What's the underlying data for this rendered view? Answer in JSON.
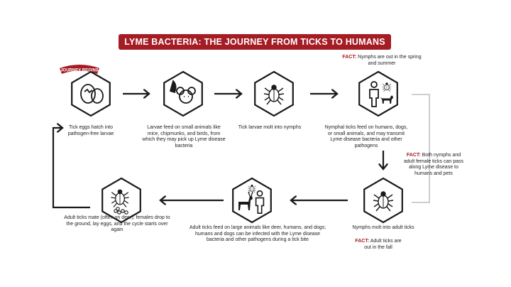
{
  "title": "LYME BACTERIA: THE JOURNEY FROM TICKS TO HUMANS",
  "badge": "JOURNEY BEGINS",
  "fact_label": "FACT:",
  "steps": [
    {
      "icon": "egg-icon",
      "caption": "Tick eggs hatch into pathogen-free larvae"
    },
    {
      "icon": "mouse-bird-icon",
      "caption": "Larvae feed on small animals like mice, chipmunks, and birds, from which they may pick up Lyme disease bacteria"
    },
    {
      "icon": "tick-icon",
      "caption": "Tick larvae molt into nymphs"
    },
    {
      "icon": "human-dog-icon",
      "caption": "Nymphal ticks feed on humans, dogs, or small animals, and may transmit Lyme disease bacteria and other pathogens"
    },
    {
      "icon": "tick-icon",
      "caption": "Nymphs molt into adult ticks"
    },
    {
      "icon": "deer-human-icon",
      "caption": "Adult ticks feed on large animals like deer, humans, and dogs; humans and dogs can be infected with the Lyme disease bacteria and other pathogens during a tick bite"
    },
    {
      "icon": "tick-eggs-icon",
      "caption": "Adult ticks mate (often on deer); females drop to the ground, lay eggs, and the cycle starts over again"
    }
  ],
  "facts": [
    {
      "text": "Nymphs are out in the spring and summer"
    },
    {
      "text": "Both nymphs and adult female ticks can pass along Lyme disease to humans and pets"
    },
    {
      "text": "Adult ticks are out in the fall"
    }
  ],
  "colors": {
    "accent": "#a51d24",
    "ink": "#1a1a1a",
    "bracket": "#bdbdbd"
  }
}
